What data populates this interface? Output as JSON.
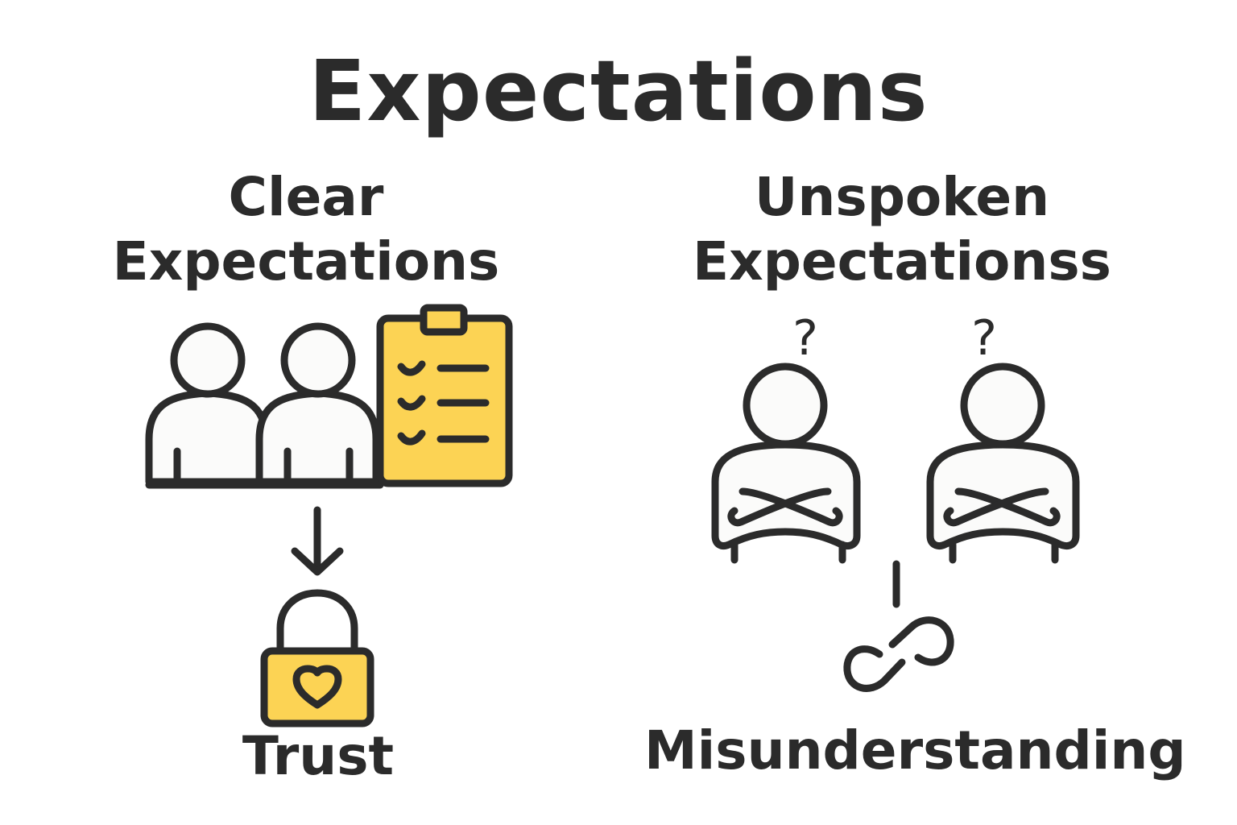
{
  "title": "Expectations",
  "left": {
    "heading_line1": "Clear",
    "heading_line2": "Expectations",
    "result": "Trust"
  },
  "right": {
    "heading_line1": "Unspoken",
    "heading_line2": "Expectationss",
    "question_mark": "?",
    "result": "Misunderstanding"
  },
  "colors": {
    "ink": "#2b2b2b",
    "accent_yellow": "#fcd354",
    "figure_fill": "#fbfbfa"
  },
  "icons": [
    "person-icon",
    "clipboard-checklist-icon",
    "down-arrow-icon",
    "padlock-heart-icon",
    "crossed-arms-person-icon",
    "question-mark-icon",
    "broken-link-icon"
  ]
}
